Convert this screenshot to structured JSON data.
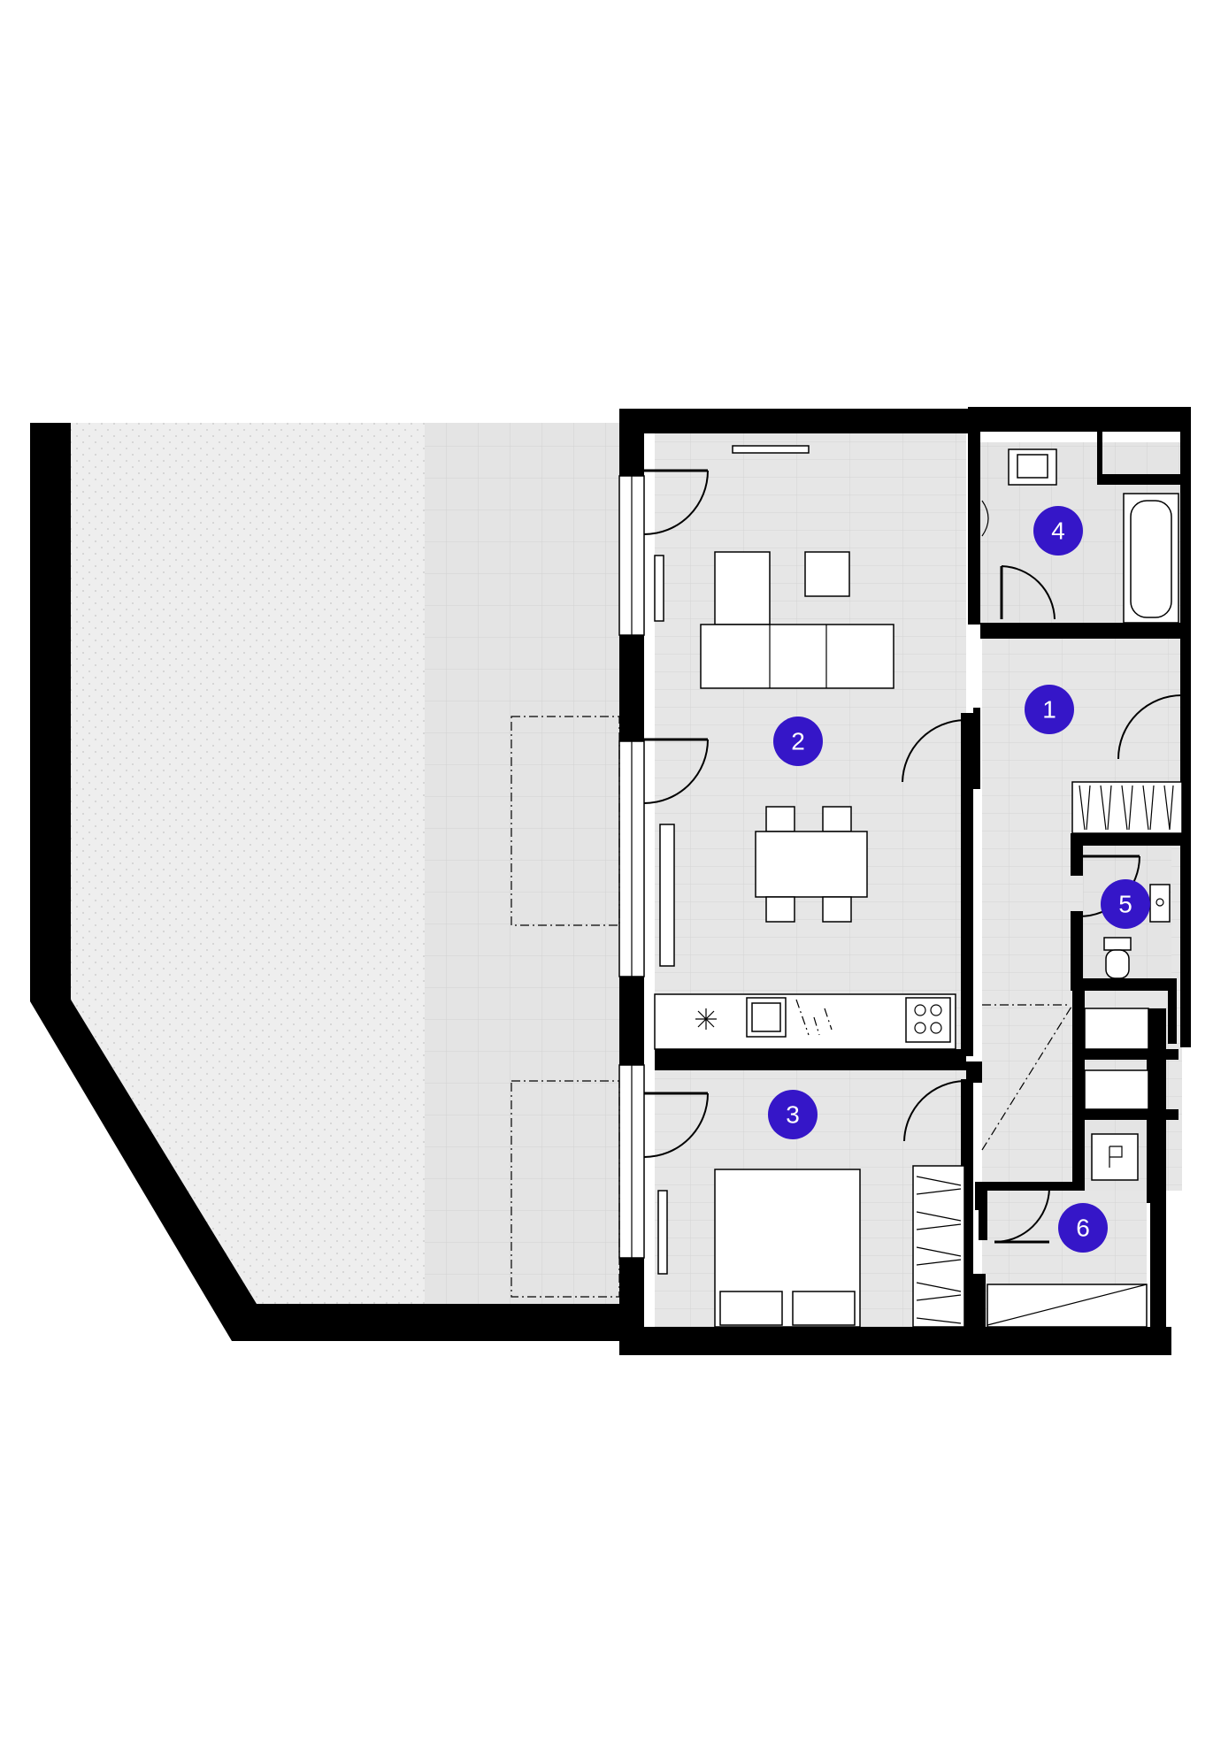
{
  "plan": {
    "badge_color": "#3516c8",
    "wall_color": "#000000",
    "floor_color": "#e6e6e6",
    "rooms": [
      {
        "id": "hallway",
        "label": "1"
      },
      {
        "id": "living-kitchen",
        "label": "2"
      },
      {
        "id": "bedroom",
        "label": "3"
      },
      {
        "id": "bathroom",
        "label": "4"
      },
      {
        "id": "wc",
        "label": "5"
      },
      {
        "id": "storage",
        "label": "6"
      }
    ]
  }
}
